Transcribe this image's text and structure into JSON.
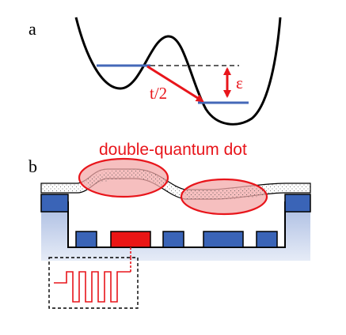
{
  "panel_a": {
    "label": "a",
    "tunnel_label": "t/2",
    "detuning_label": "ε"
  },
  "panel_b": {
    "label": "b",
    "title": "double-quantum dot"
  },
  "colors": {
    "accent_red": "#e8151b",
    "level_blue": "#4468b8",
    "gate_blue": "#3a64b7",
    "substrate_blue": "#b9c8e6",
    "gate_red": "#ea1515",
    "dot_fill": "#f3a9a9"
  }
}
